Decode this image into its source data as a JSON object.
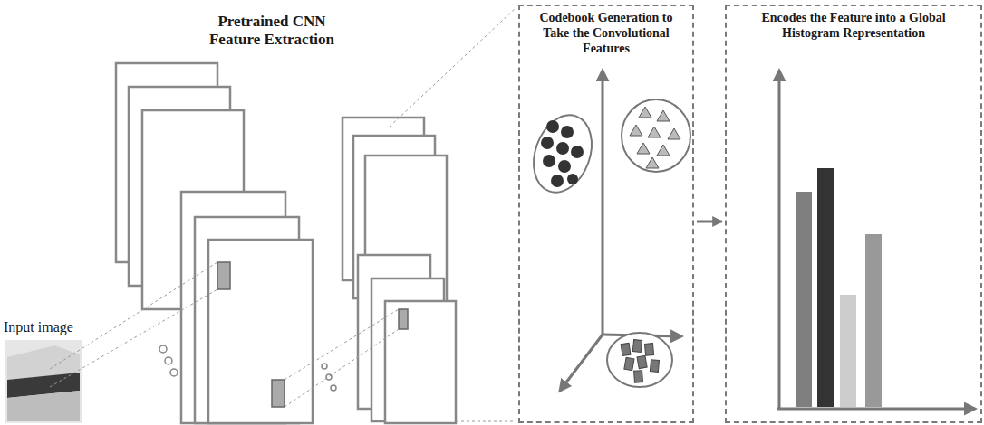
{
  "diagram": {
    "nodes": [
      {
        "text": [
          "Codebook Generation to Take the Convolutional Features"
        ]
      },
      {
        "text": [
          "Encodes the Feature into a Global Histogram Representation"
        ]
      }
    ],
    "edges": [
      {
        "from": 0,
        "to": 1,
        "arrow": "to"
      }
    ],
    "labels": [
      "Pretrained CNN Feature Extraction",
      "Input image"
    ]
  }
}
